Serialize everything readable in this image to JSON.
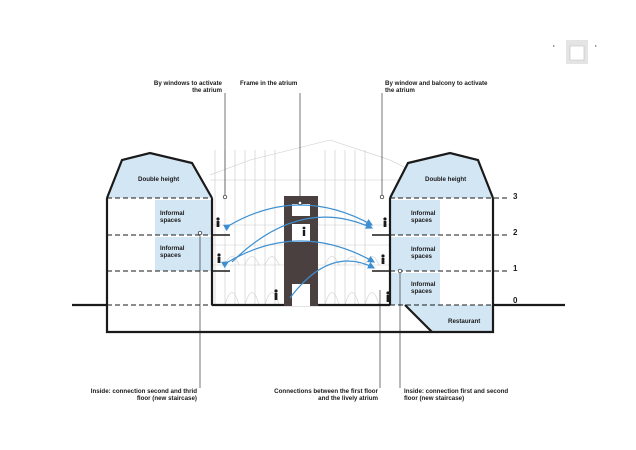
{
  "annotations": {
    "windows_atrium": "By windows to activate the atrium",
    "frame_atrium": "Frame in the atrium",
    "window_balcony": "By window and balcony to activate the atrium",
    "inside_second_third": "Inside: connection second and thrid floor (new staircase)",
    "connections_first": "Connections between the first floor and the lively atrium",
    "inside_first_second": "Inside: connection first and second floor (new staircase)"
  },
  "spaces": {
    "double_height_left": "Double height",
    "double_height_right": "Double height",
    "informal_left_upper": "Informal spaces",
    "informal_left_lower": "Informal spaces",
    "informal_right_top": "Informal spaces",
    "informal_right_mid": "Informal spaces",
    "informal_right_low": "Informal spaces",
    "restaurant": "Restaurant"
  },
  "levels": [
    "3",
    "2",
    "1",
    "0"
  ],
  "colors": {
    "space_fill": "#d3e6f4",
    "arrow": "#3d8fd1",
    "frame": "#4a4040",
    "line": "#1a1a1a",
    "facade": "#c9c9c9"
  },
  "icons": [
    "north-arrow-icon"
  ]
}
